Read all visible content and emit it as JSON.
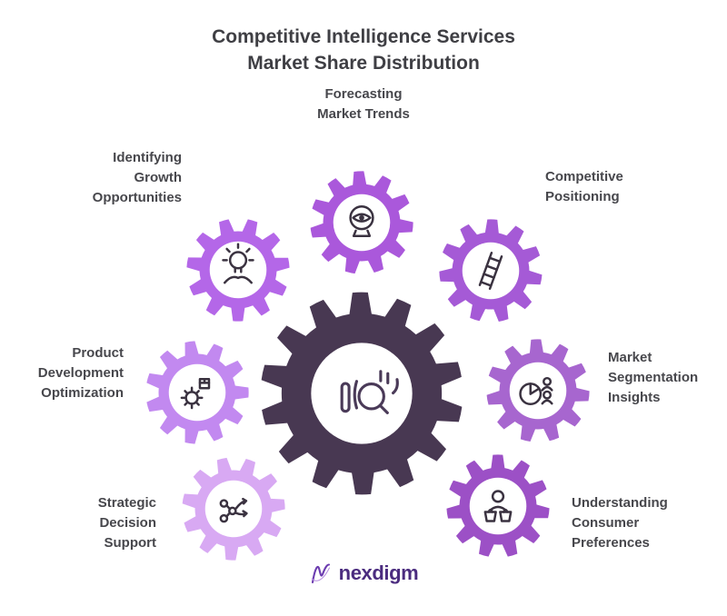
{
  "title": {
    "lines": [
      "Competitive Intelligence Services",
      "Market Share Distribution"
    ]
  },
  "center_gear": {
    "name": "competitive-intelligence-core",
    "icon": "bar-chart-magnifier-icon",
    "color": "#483852"
  },
  "gears": [
    {
      "id": "forecasting-market-trends",
      "lines": [
        "Forecasting",
        "Market Trends"
      ],
      "icon": "crystal-ball-icon",
      "color": "#AA58DB"
    },
    {
      "id": "identifying-growth-opportunities",
      "lines": [
        "Identifying",
        "Growth",
        "Opportunities"
      ],
      "icon": "lightbulb-growth-icon",
      "color": "#B467E8"
    },
    {
      "id": "competitive-positioning",
      "lines": [
        "Competitive",
        "Positioning"
      ],
      "icon": "ladder-icon",
      "color": "#A55AD6"
    },
    {
      "id": "product-development-optimization",
      "lines": [
        "Product",
        "Development",
        "Optimization"
      ],
      "icon": "gear-box-icon",
      "color": "#C289F0"
    },
    {
      "id": "market-segmentation-insights",
      "lines": [
        "Market",
        "Segmentation",
        "Insights"
      ],
      "icon": "pie-chart-people-icon",
      "color": "#A766CF"
    },
    {
      "id": "strategic-decision-support",
      "lines": [
        "Strategic",
        "Decision",
        "Support"
      ],
      "icon": "decision-branches-icon",
      "color": "#D8A9F3"
    },
    {
      "id": "understanding-consumer-preferences",
      "lines": [
        "Understanding",
        "Consumer",
        "Preferences"
      ],
      "icon": "shopper-bags-icon",
      "color": "#9C50C6"
    }
  ],
  "logo": {
    "text": "nexdigm",
    "mark": "nexdigm-n-mark",
    "color": "#4B2C7F"
  },
  "colors": {
    "background": "#FFFFFF",
    "title_text": "#3F3F44",
    "label_text": "#47474C",
    "icon_stroke": "#3A3240"
  }
}
